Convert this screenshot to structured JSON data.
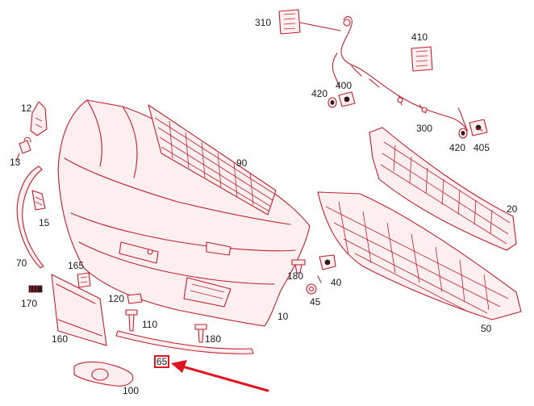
{
  "labels": {
    "p310": "310",
    "p410": "410",
    "p420a": "420",
    "p400": "400",
    "p300": "300",
    "p420b": "420",
    "p405": "405",
    "p12": "12",
    "p13": "13",
    "p15": "15",
    "p90": "90",
    "p20": "20",
    "p70": "70",
    "p165": "165",
    "p170": "170",
    "p120": "120",
    "p110": "110",
    "p160": "160",
    "p180a": "180",
    "p180b": "180",
    "p40": "40",
    "p45": "45",
    "p10": "10",
    "p50": "50",
    "p65": "65",
    "p100": "100"
  },
  "highlight": {
    "part": "65",
    "color": "#e0141e"
  },
  "colors": {
    "line": "#c0202c",
    "fill": "#fdeef0",
    "arrow": "#e0141e"
  }
}
